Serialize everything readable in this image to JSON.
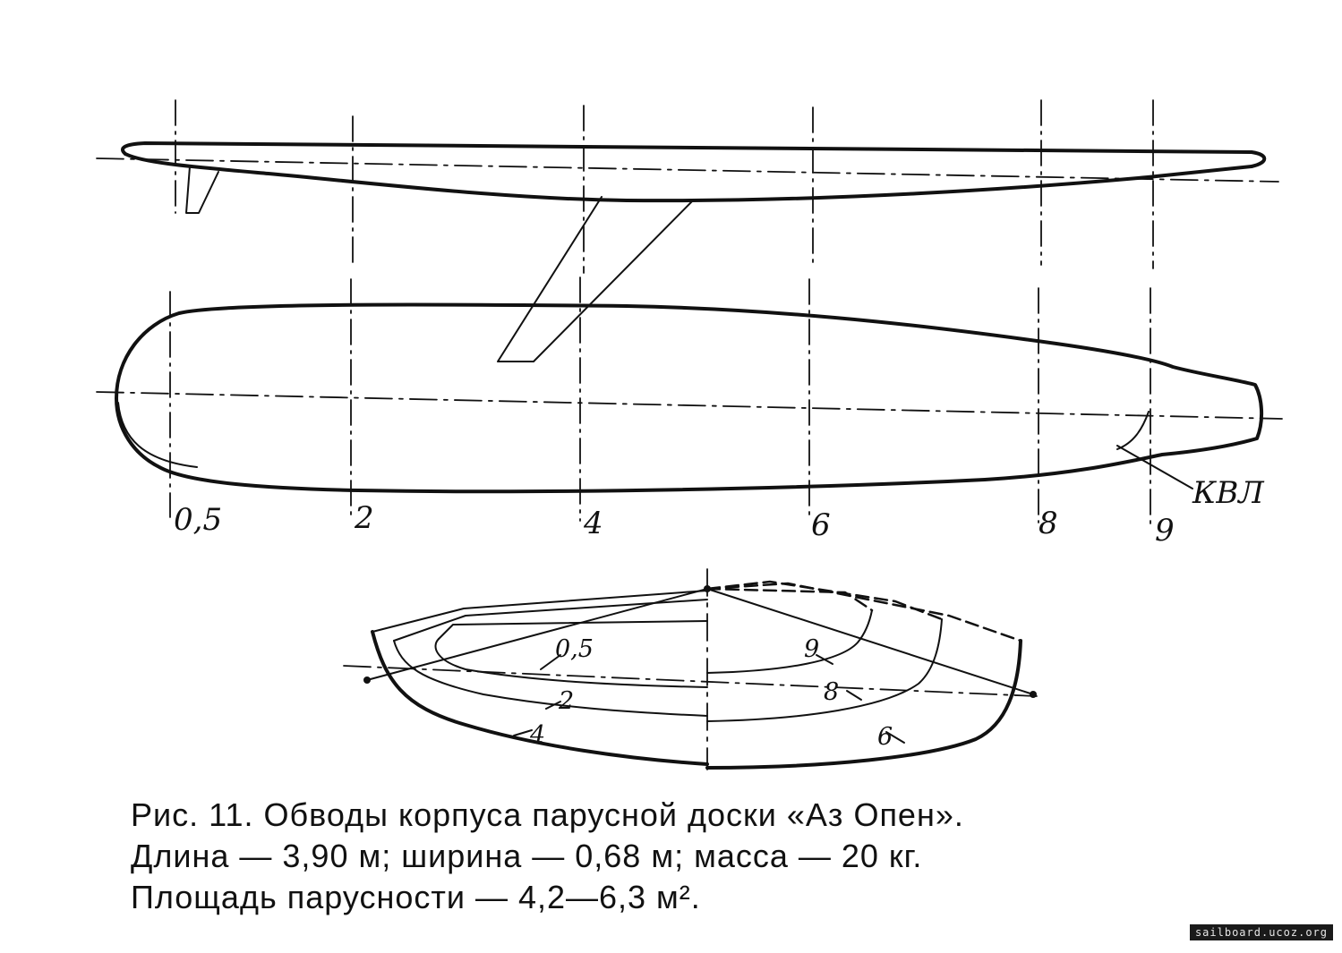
{
  "stations": [
    "0,5",
    "2",
    "4",
    "6",
    "8",
    "9"
  ],
  "waterline_label": "КВЛ",
  "section_labels": [
    "0,5",
    "9",
    "2",
    "8",
    "4",
    "6"
  ],
  "caption": {
    "line1": "Рис. 11. Обводы корпуса парусной доски «Аз Опен».",
    "line2": "Длина — 3,90 м; ширина — 0,68 м; масса — 20 кг.",
    "line3": "Площадь парусности — 4,2—6,3 м²."
  },
  "watermark": "sailboard.ucoz.org"
}
